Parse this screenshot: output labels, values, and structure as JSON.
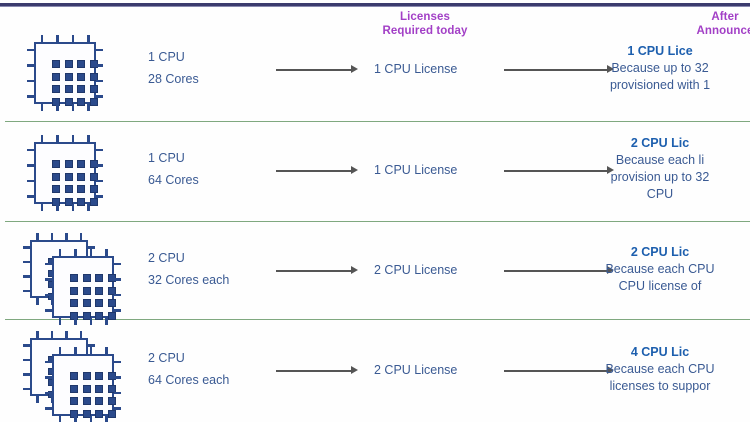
{
  "meta": {
    "top_rule_color": "#3b3b6d",
    "divider_color": "#7fa87f",
    "header_color": "#a23fc6",
    "spec_text_color": "#3a5a93",
    "title_color": "#1d5fae",
    "chip_color": "#2b4a8b"
  },
  "headers": {
    "middle_line1": "Licenses",
    "middle_line2": "Required today",
    "right_line1": "After",
    "right_line2": "Announce"
  },
  "rows": [
    {
      "icon": "cpu-chip-icon",
      "chips": 1,
      "spec_line1": "1 CPU",
      "spec_line2": "28 Cores",
      "license_today": "1 CPU License",
      "after_title": "1 CPU Lice",
      "after_desc_line1": "Because up to 32",
      "after_desc_line2": "provisioned with 1",
      "after_desc_line3": ""
    },
    {
      "icon": "cpu-chip-icon",
      "chips": 1,
      "spec_line1": "1 CPU",
      "spec_line2": "64 Cores",
      "license_today": "1 CPU License",
      "after_title": "2 CPU Lic",
      "after_desc_line1": "Because each li",
      "after_desc_line2": "provision up to 32",
      "after_desc_line3": "CPU"
    },
    {
      "icon": "cpu-chip-stack-icon",
      "chips": 2,
      "spec_line1": "2 CPU",
      "spec_line2": "32 Cores each",
      "license_today": "2 CPU License",
      "after_title": "2 CPU Lic",
      "after_desc_line1": "Because each CPU",
      "after_desc_line2": "CPU license of",
      "after_desc_line3": ""
    },
    {
      "icon": "cpu-chip-stack-icon",
      "chips": 2,
      "spec_line1": "2 CPU",
      "spec_line2": "64 Cores each",
      "license_today": "2 CPU License",
      "after_title": "4 CPU Lic",
      "after_desc_line1": "Because each CPU",
      "after_desc_line2": "licenses to suppor",
      "after_desc_line3": ""
    }
  ]
}
